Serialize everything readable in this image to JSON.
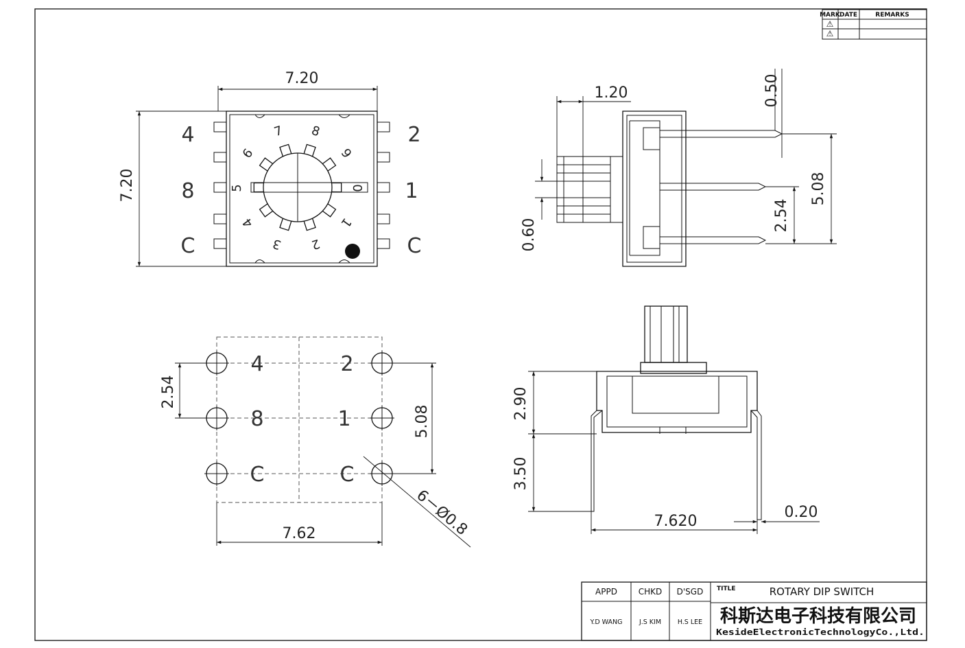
{
  "revision_block": {
    "headers": [
      "MARK",
      "DATE",
      "REMARKS"
    ],
    "marks": [
      "⚠",
      "⚠"
    ]
  },
  "top_view": {
    "width_dim": "7.20",
    "height_dim": "7.20",
    "pin_labels": [
      "4",
      "2",
      "8",
      "1",
      "C",
      "C"
    ],
    "dial_numbers": [
      "0",
      "1",
      "2",
      "3",
      "4",
      "5",
      "6",
      "7",
      "8",
      "9"
    ]
  },
  "side_view": {
    "dims": [
      "1.20",
      "0.50",
      "5.08",
      "2.54",
      "0.60"
    ]
  },
  "footprint": {
    "pin_labels": [
      "4",
      "2",
      "8",
      "1",
      "C",
      "C"
    ],
    "dims": [
      "2.54",
      "5.08",
      "7.62"
    ],
    "hole_callout": "6－Ø0.8"
  },
  "front_view": {
    "dims": [
      "2.90",
      "3.50",
      "7.620",
      "0.20"
    ]
  },
  "title_block": {
    "appd_label": "APPD",
    "chkd_label": "CHKD",
    "dsgd_label": "D'SGD",
    "title_label": "TITLE",
    "appd_name": "Y.D WANG",
    "chkd_name": "J.S KIM",
    "dsgd_name": "H.S LEE",
    "title": "ROTARY DIP SWITCH",
    "company_cn": "科斯达电子科技有限公司",
    "company_en": "KesideElectronicTechnologyCo.,Ltd."
  }
}
